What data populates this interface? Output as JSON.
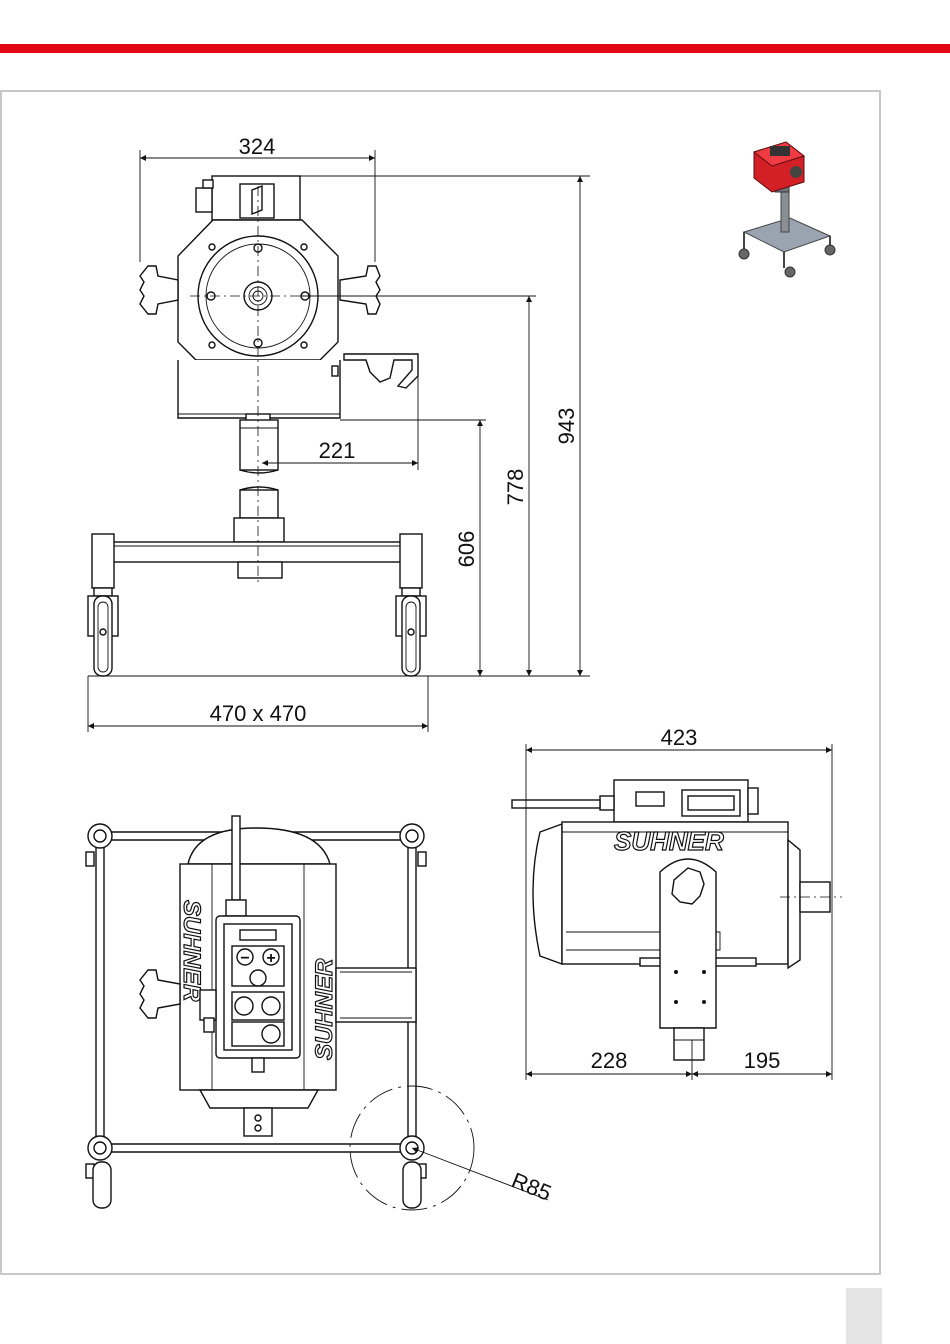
{
  "colors": {
    "accent": "#e30613",
    "frame": "#c8c8c8",
    "ink": "#111111"
  },
  "dimensions": {
    "front_width": "324",
    "handle_offset": "221",
    "height_606": "606",
    "height_778": "778",
    "height_943": "943",
    "base_size": "470 x 470",
    "side_width": "423",
    "side_left": "228",
    "side_right": "195",
    "radius": "R85"
  },
  "branding": {
    "logo": "SUHNER"
  },
  "control_panel": {
    "minus_symbol": "−",
    "plus_symbol": "+"
  }
}
